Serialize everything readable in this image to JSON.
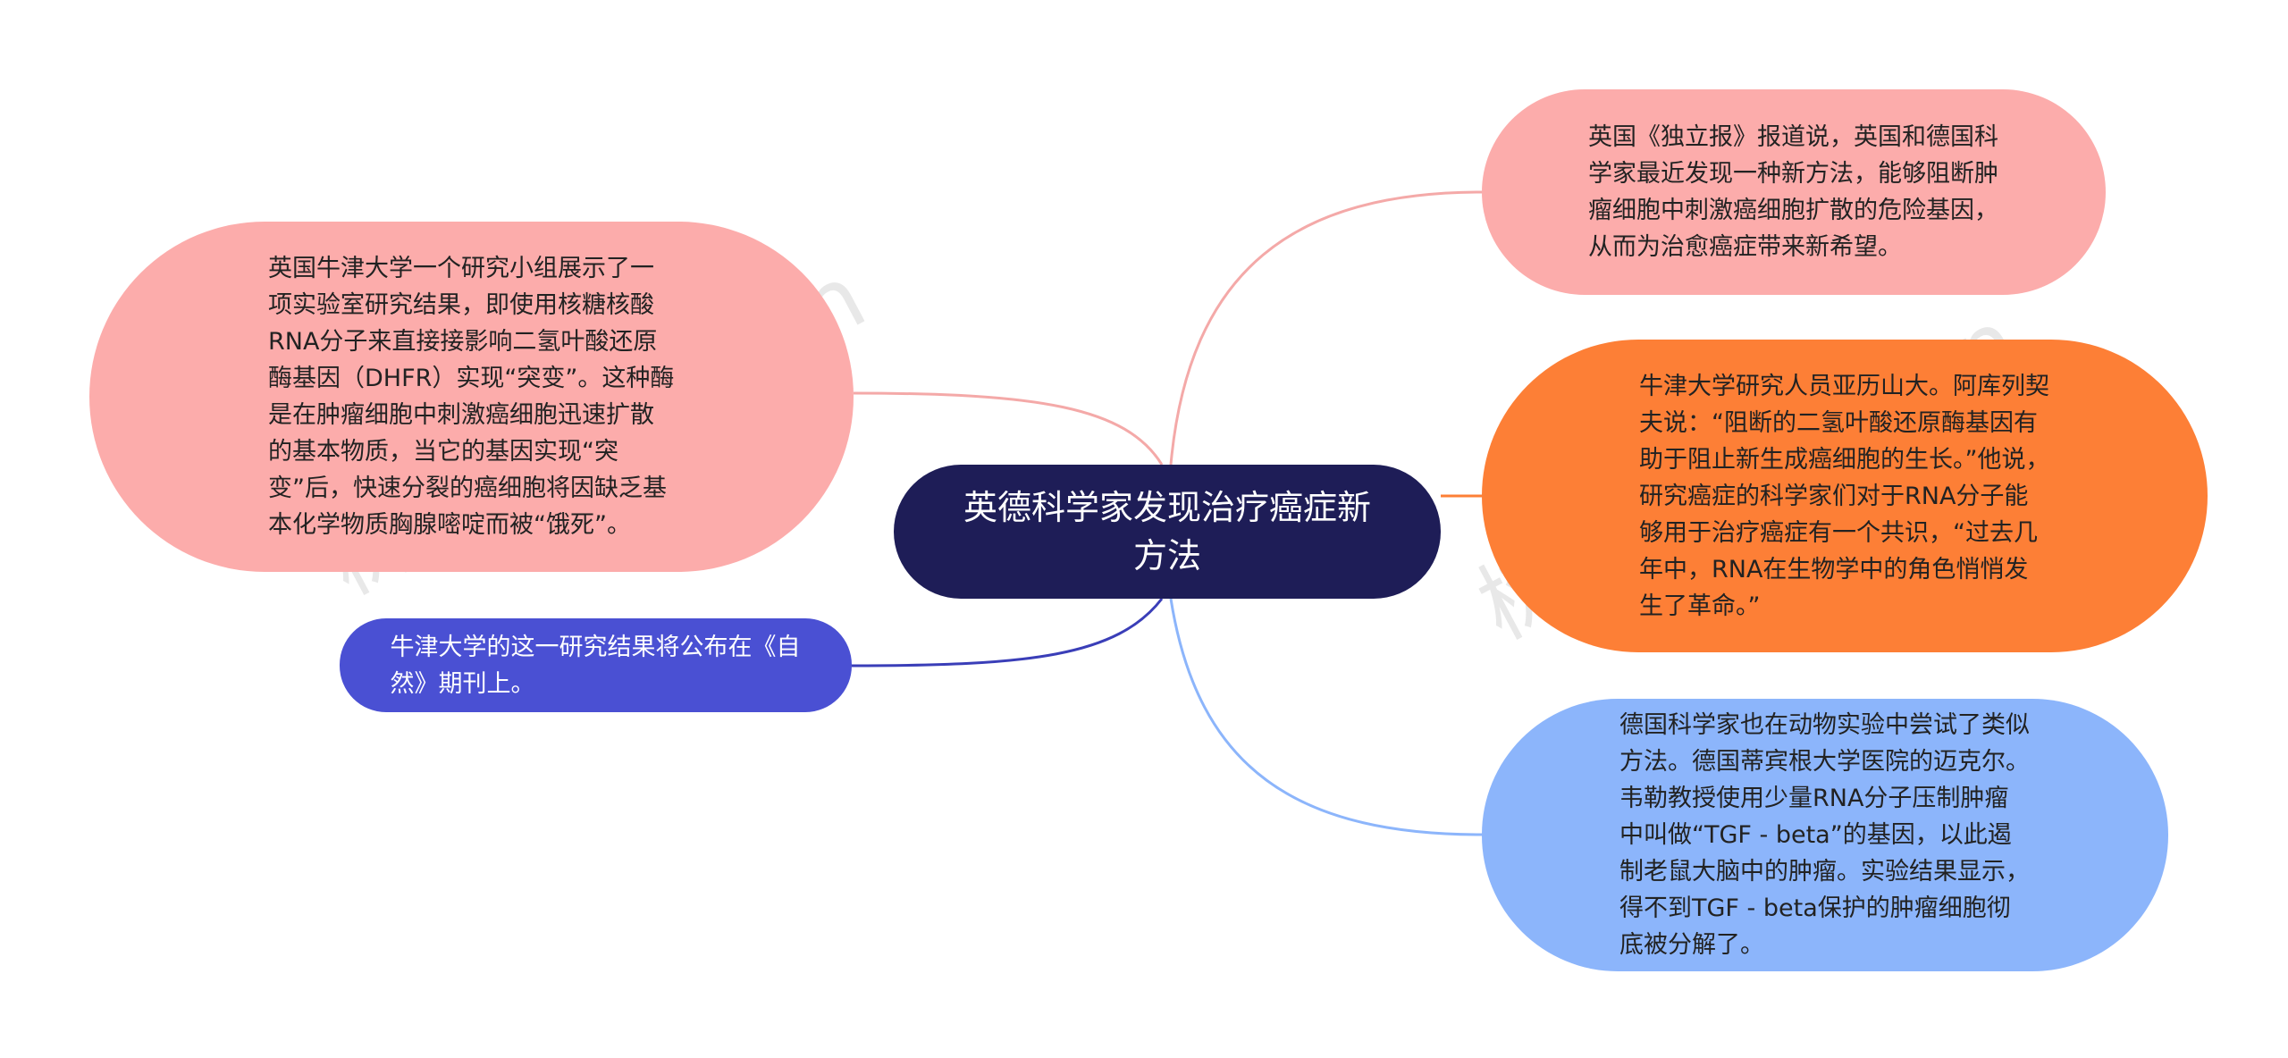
{
  "central": {
    "label": "英德科学家发现治疗癌症新方法"
  },
  "branches": {
    "left_top": "英国牛津大学一个研究小组展示了一项实验室研究结果，即使用核糖核酸RNA分子来直接接影响二氢叶酸还原酶基因（DHFR）实现“突变”。这种酶是在肿瘤细胞中刺激癌细胞迅速扩散的基本物质，当它的基因实现“突变”后，快速分裂的癌细胞将因缺乏基本化学物质胸腺嘧啶而被“饿死”。",
    "left_bottom": "牛津大学的这一研究结果将公布在《自然》期刊上。",
    "right_1": "英国《独立报》报道说，英国和德国科学家最近发现一种新方法，能够阻断肿瘤细胞中刺激癌细胞扩散的危险基因，从而为治愈癌症带来新希望。",
    "right_2": "牛津大学研究人员亚历山大。阿库列契夫说：“阻断的二氢叶酸还原酶基因有助于阻止新生成癌细胞的生长。”他说，研究癌症的科学家们对于RNA分子能够用于治疗癌症有一个共识，“过去几年中，RNA在生物学中的角色悄悄发生了革命。”",
    "right_3": "德国科学家也在动物实验中尝试了类似方法。德国蒂宾根大学医院的迈克尔。韦勒教授使用少量RNA分子压制肿瘤中叫做“TGF - beta”的基因，以此遏制老鼠大脑中的肿瘤。实验结果显示，得不到TGF - beta保护的肿瘤细胞彻底被分解了。"
  },
  "watermarks": [
    "树图 shutu.cn",
    "树图 shutu.cn"
  ],
  "colors": {
    "central": "#1e1d57",
    "pink": "#fcacab",
    "orange": "#fd7f36",
    "blue": "#8cb5fb",
    "indigo": "#4a50d3"
  }
}
